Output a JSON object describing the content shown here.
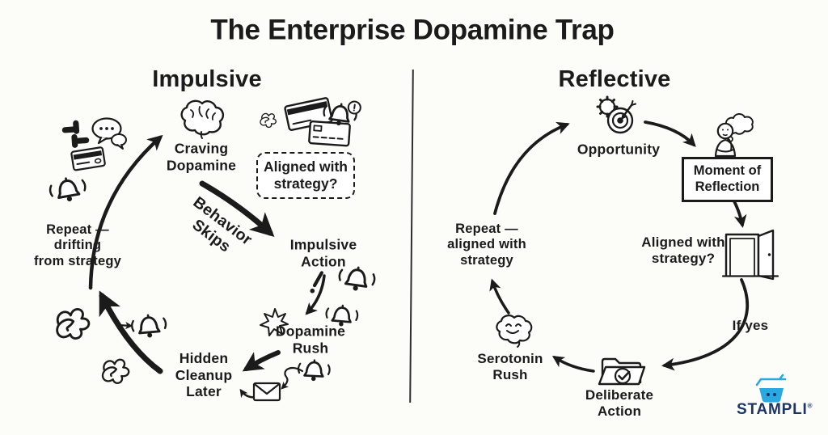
{
  "title": "The Enterprise Dopamine Trap",
  "colors": {
    "ink": "#1b1b1b",
    "background": "#fcfcf9",
    "logo_navy": "#1d3566",
    "logo_blue": "#29a9e1"
  },
  "left": {
    "heading": "Impulsive",
    "labels": {
      "craving": "Craving\nDopamine",
      "aligned_question": "Aligned with\nstrategy?",
      "behavior_skips": "Behavior\nSkips",
      "impulsive_action": "Impulsive\nAction",
      "dopamine_rush": "Dopamine\nRush",
      "hidden_cleanup": "Hidden\nCleanup\nLater",
      "repeat": "Repeat —\ndrifting\nfrom strategy"
    },
    "icons": [
      "slack-icon",
      "chat-bubbles-icon",
      "credit-card-icon",
      "bell-icon",
      "brain-icon",
      "scribble-icon",
      "credit-cards-icon",
      "alert-bell-icon",
      "starburst-icon",
      "exclamation-icon",
      "envelope-icon"
    ]
  },
  "right": {
    "heading": "Reflective",
    "labels": {
      "opportunity": "Opportunity",
      "moment_of_reflection": "Moment of\nReflection",
      "aligned_question": "Aligned with\nstrategy?",
      "if_yes": "If yes",
      "deliberate_action": "Deliberate\nAction",
      "serotonin_rush": "Serotonin\nRush",
      "repeat": "Repeat —\naligned with\nstrategy"
    },
    "icons": [
      "gear-target-icon",
      "thinking-person-icon",
      "door-icon",
      "folder-check-icon",
      "happy-brain-icon"
    ]
  },
  "logo": {
    "text": "STAMPLI",
    "registered": "®",
    "icon": "stampli-basket-icon"
  }
}
